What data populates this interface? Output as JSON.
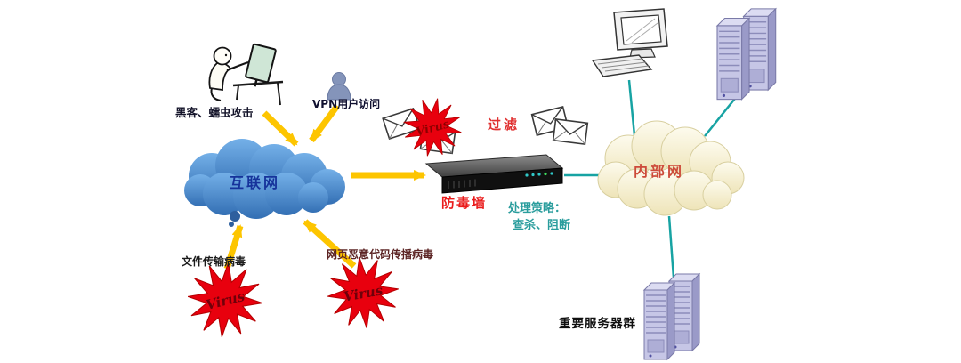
{
  "labels": {
    "hacker_attack": "黑客、蠕虫攻击",
    "vpn_access": "VPN用户访问",
    "internet_cloud": "互联网",
    "filter": "过滤",
    "antivirus_wall": "防毒墙",
    "strategy_title": "处理策略：",
    "strategy_actions": "查杀、阻断",
    "intranet_cloud": "内部网",
    "server_group": "重要服务器群",
    "file_virus": "文件传输病毒",
    "web_virus": "网页恶意代码传播病毒",
    "virus": "Virus"
  },
  "colors": {
    "arrow_yellow": "#fdc500",
    "link_teal": "#17a3a3",
    "cloud_blue": "#4a86c8",
    "cloud_cream": "#f5efcf",
    "virus_red": "#e60012",
    "red_label": "#e02828",
    "strategy_teal": "#2a9d9d",
    "internet_text": "#16339b",
    "intranet_text": "#cd4a3a"
  },
  "icons": {
    "hacker_workstation": "person-at-monitor",
    "vpn_user": "person-silhouette",
    "email": "envelope",
    "antivirus_wall": "rack-appliance",
    "desktop": "computer-with-keyboard",
    "server_towers": "tower-server-pair",
    "virus": "starburst",
    "internet": "cloud",
    "intranet": "cloud"
  }
}
